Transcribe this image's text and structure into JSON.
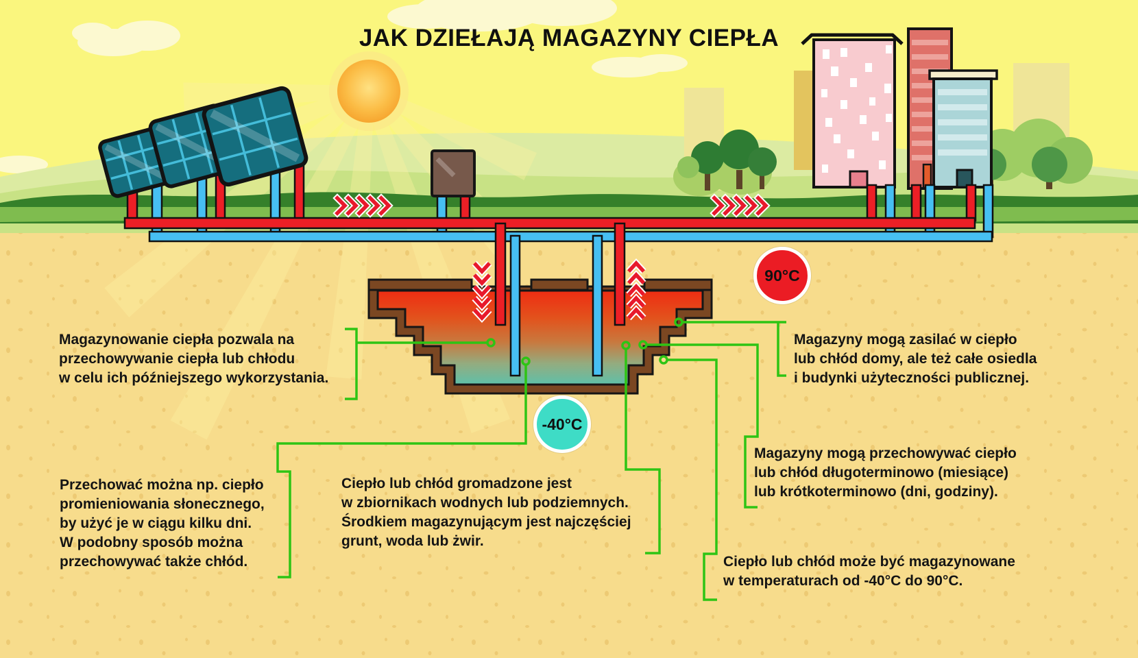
{
  "title": "JAK DZIEŁAJĄ MAGAZYNY CIEPŁA",
  "badges": {
    "hot": "90°C",
    "cold": "-40°C"
  },
  "annotations": {
    "definition": "Magazynowanie ciepła pozwala na\nprzechowywanie ciepła lub chłodu\nw celu ich późniejszego wykorzystania.",
    "solar": "Przechować można np. ciepło\npromieniowania słonecznego,\nby użyć je w ciągu kilku dni.\nW podobny sposób można\nprzechowywać także chłód.",
    "medium": "Ciepło lub chłód gromadzone jest\nw zbiornikach wodnych lub podziemnych.\nŚrodkiem magazynującym jest najczęściej\ngrunt, woda lub żwir.",
    "supply": "Magazyny mogą zasilać w ciepło\nlub chłód domy, ale też całe osiedla\ni budynki użyteczności publicznej.",
    "duration": "Magazyny mogą przechowywać ciepło\nlub chłód długoterminowo (miesiące)\nlub krótkoterminowo (dni, godziny).",
    "range": "Ciepło lub chłód może być magazynowane\nw temperaturach od -40°C do 90°C."
  },
  "colors": {
    "badge_hot": "#eb1c24",
    "badge_cold": "#3edcc6",
    "pipe_hot": "#ec1f26",
    "pipe_cold": "#47bff2",
    "callout_green": "#2ec414",
    "sky": "#faf67e",
    "soil": "#f7dc8c",
    "tank_brown": "#7b4722"
  }
}
